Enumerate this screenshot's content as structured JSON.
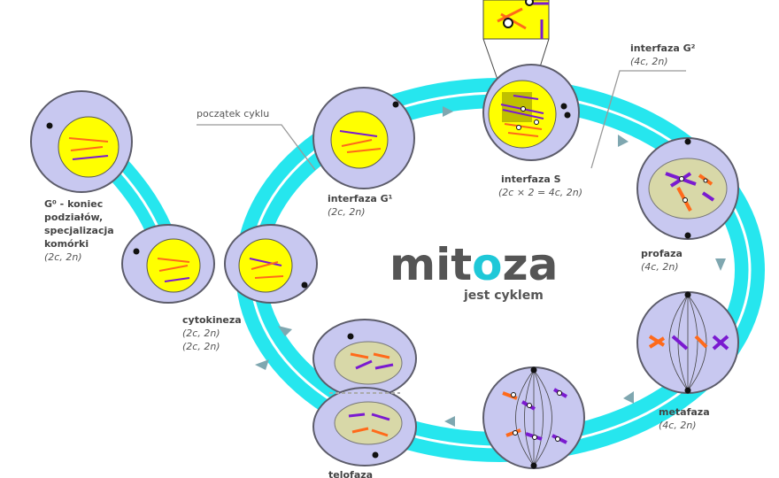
{
  "title": {
    "prefix": "mit",
    "highlight": "o",
    "suffix": "za",
    "subtitle": "jest cyklem"
  },
  "start_label": "początek cyklu",
  "phases": {
    "g1": {
      "name": "interfaza G¹",
      "formula": "(2c, 2n)"
    },
    "s": {
      "name": "interfaza S",
      "formula": "(2c × 2 = 4c, 2n)"
    },
    "g2": {
      "name": "interfaza G²",
      "formula": "(4c, 2n)"
    },
    "prophase": {
      "name": "profaza",
      "formula": "(4c, 2n)"
    },
    "metaphase": {
      "name": "metafaza",
      "formula": "(4c, 2n)"
    },
    "telophase": {
      "name": "telofaza"
    },
    "cytokinesis": {
      "name": "cytokineza",
      "formula_a": "(2c, 2n)",
      "formula_b": "(2c, 2n)"
    },
    "g0": {
      "line1": "G⁰ - koniec",
      "line2": "podziałów,",
      "line3": "specjalizacja",
      "line4": "komórki",
      "formula": "(2c, 2n)"
    }
  },
  "colors": {
    "ring": "#26e6ee",
    "cell": "#c8c8f0",
    "nucleus": "#ffff00",
    "chromosome_orange": "#ff6a1a",
    "chromosome_purple": "#7a1ad0",
    "arrow": "#7fa7b0"
  }
}
